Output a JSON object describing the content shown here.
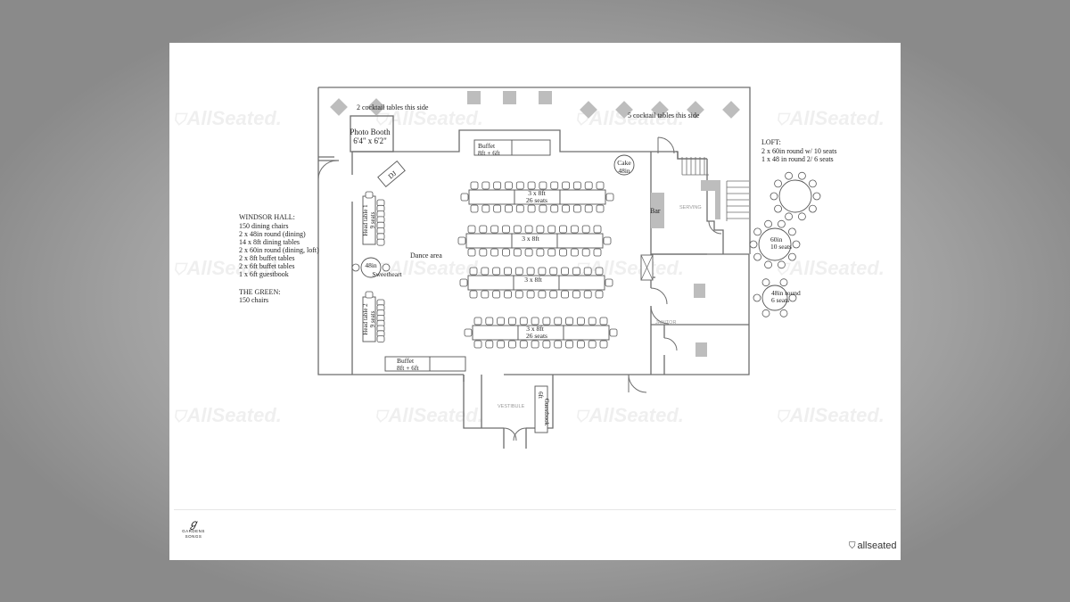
{
  "watermark": {
    "text": "AllSeated."
  },
  "footer": {
    "logo_left": {
      "line1": "GARDENS",
      "line2": "SONGS"
    },
    "logo_right": "allseated"
  },
  "notes": {
    "cocktail_left": "2 cocktail tables this side",
    "cocktail_right": "5 cocktail tables this side",
    "photo_booth_1": "Photo Booth",
    "photo_booth_2": "6'4\" x 6'2\"",
    "buffet_top_1": "Buffet",
    "buffet_top_2": "8ft + 6ft",
    "cake_1": "Cake",
    "cake_2": "48in",
    "dj": "DJ",
    "dance": "Dance area",
    "bar": "Bar",
    "serving": "SERVING",
    "head1_1": "Head table 1",
    "head1_2": "9 seats",
    "head2_1": "Head table 2",
    "head2_2": "9 seats",
    "sweet_1": "48in",
    "sweet_2": "Sweetheart",
    "row1_1": "3 x 8ft",
    "row1_2": "26 seats",
    "row2": "3 x 8ft",
    "row3": "3 x 8ft",
    "row4_1": "3 x 8ft",
    "row4_2": "26 seats",
    "buffet_bot_1": "Buffet",
    "buffet_bot_2": "8ft + 6ft",
    "vestibule": "VESTIBULE",
    "janitor": "JANITOR",
    "guestbook_1": "6ft",
    "guestbook_2": "Guestbook"
  },
  "loft": {
    "title": "LOFT:",
    "line1": "2 x 60in round w/ 10 seats",
    "line2": "1 x 48 in round 2/ 6 seats",
    "t2_1": "60in",
    "t2_2": "10 seats",
    "t3_1": "48in round",
    "t3_2": "6 seats"
  },
  "legend": {
    "windsor_title": "WINDSOR HALL:",
    "windsor_items": [
      "150 dining chairs",
      "2 x 48in round (dining)",
      "14 x 8ft dining tables",
      "2 x 60in round (dining, loft)",
      "2 x 8ft buffet tables",
      "2 x 6ft buffet tables",
      "1 x 6ft guestbook"
    ],
    "green_title": "THE GREEN:",
    "green_items": [
      "150 chairs"
    ]
  },
  "colors": {
    "wall": "#6d6d6d",
    "accent_grey": "#bdbdbd",
    "page_bg": "#8a8a8a"
  }
}
